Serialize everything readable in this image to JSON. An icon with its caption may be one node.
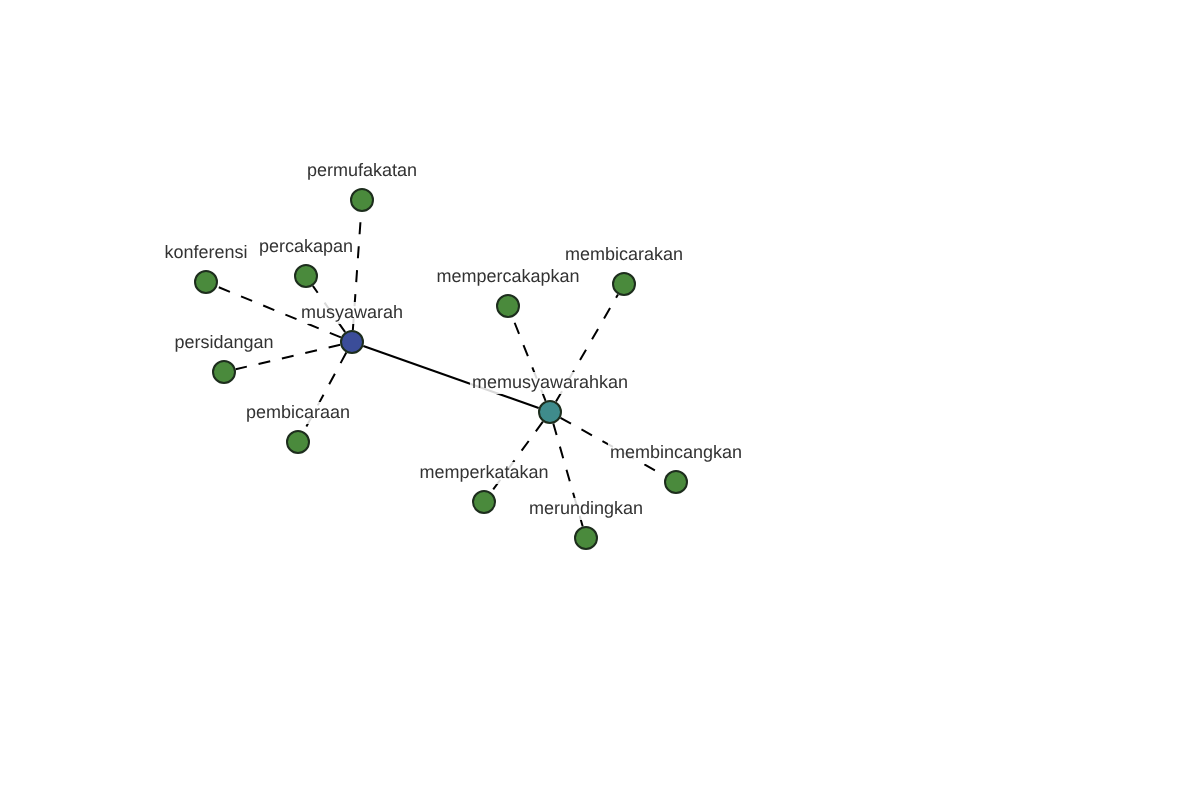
{
  "diagram": {
    "nodes": [
      {
        "text": [
          "musyawarah"
        ]
      },
      {
        "text": [
          "memusyawarahkan"
        ]
      },
      {
        "text": [
          "permufakatan"
        ]
      },
      {
        "text": [
          "konferensi"
        ]
      },
      {
        "text": [
          "percakapan"
        ]
      },
      {
        "text": [
          "persidangan"
        ]
      },
      {
        "text": [
          "pembicaraan"
        ]
      },
      {
        "text": [
          "mempercakapkan"
        ]
      },
      {
        "text": [
          "membicarakan"
        ]
      },
      {
        "text": [
          "memperkatakan"
        ]
      },
      {
        "text": [
          "merundingkan"
        ]
      },
      {
        "text": [
          "membincangkan"
        ]
      }
    ],
    "edges": [
      {
        "from": 0,
        "to": 1,
        "arrow": "none"
      },
      {
        "from": 0,
        "to": 2,
        "arrow": "none",
        "style": "dashed"
      },
      {
        "from": 0,
        "to": 3,
        "arrow": "none",
        "style": "dashed"
      },
      {
        "from": 0,
        "to": 4,
        "arrow": "none",
        "style": "dashed"
      },
      {
        "from": 0,
        "to": 5,
        "arrow": "none",
        "style": "dashed"
      },
      {
        "from": 0,
        "to": 6,
        "arrow": "none",
        "style": "dashed"
      },
      {
        "from": 1,
        "to": 7,
        "arrow": "none",
        "style": "dashed"
      },
      {
        "from": 1,
        "to": 8,
        "arrow": "none",
        "style": "dashed"
      },
      {
        "from": 1,
        "to": 9,
        "arrow": "none",
        "style": "dashed"
      },
      {
        "from": 1,
        "to": 10,
        "arrow": "none",
        "style": "dashed"
      },
      {
        "from": 1,
        "to": 11,
        "arrow": "none",
        "style": "dashed"
      }
    ]
  }
}
